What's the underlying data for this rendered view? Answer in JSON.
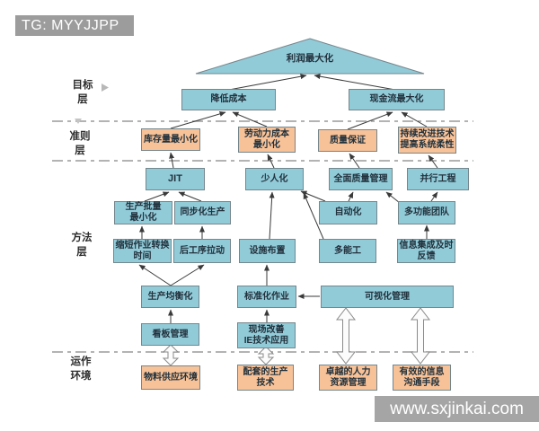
{
  "badge": {
    "label": "TG: MYYJJPP"
  },
  "watermark": {
    "label": "www.sxjinkai.com"
  },
  "colors": {
    "node_blue": "#92cbd8",
    "node_orange": "#f8c298",
    "badge_gray": "#9c9c9c",
    "watermark_gray": "#a5a5a5",
    "connector": "#444444",
    "divider": "#999999"
  },
  "layers": {
    "goal": {
      "label": "目标\n层"
    },
    "criteria": {
      "label": "准则\n层"
    },
    "method": {
      "label": "方法\n层"
    },
    "environment": {
      "label": "运作\n环境"
    }
  },
  "nodes": {
    "profit": {
      "label": "利润最大化"
    },
    "cost": {
      "label": "降低成本"
    },
    "cashflow": {
      "label": "现金流最大化"
    },
    "inventory": {
      "label": "库存量最小化"
    },
    "labor": {
      "label": "劳动力成本\n最小化"
    },
    "quality": {
      "label": "质量保证"
    },
    "improve": {
      "label": "持续改进技术\n提高系统柔性"
    },
    "jit": {
      "label": "JIT"
    },
    "fewer": {
      "label": "少人化"
    },
    "tqm": {
      "label": "全面质量管理"
    },
    "concurrent": {
      "label": "并行工程"
    },
    "batch": {
      "label": "生产批量\n最小化"
    },
    "sync": {
      "label": "同步化生产"
    },
    "auto": {
      "label": "自动化"
    },
    "team": {
      "label": "多功能团队"
    },
    "changeover": {
      "label": "缩短作业转换\n时间"
    },
    "pull": {
      "label": "后工序拉动"
    },
    "layout": {
      "label": "设施布置"
    },
    "multiskill": {
      "label": "多能工"
    },
    "feedback": {
      "label": "信息集成及时\n反馈"
    },
    "leveling": {
      "label": "生产均衡化"
    },
    "standard": {
      "label": "标准化作业"
    },
    "visual": {
      "label": "可视化管理"
    },
    "kanban": {
      "label": "看板管理"
    },
    "kaizen": {
      "label": "现场改善\nIE技术应用"
    },
    "material": {
      "label": "物料供应环境"
    },
    "tech": {
      "label": "配套的生产\n技术"
    },
    "hr": {
      "label": "卓越的人力\n资源管理"
    },
    "comm": {
      "label": "有效的信息\n沟通手段"
    }
  }
}
